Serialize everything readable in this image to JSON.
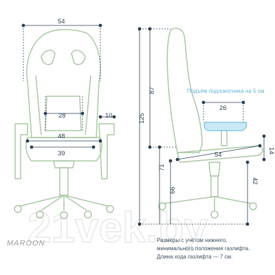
{
  "colors": {
    "outline": "#a9c8a4",
    "dimension": "#2b3f52",
    "armrest_accent": "#7fc7e6",
    "armrest_note": "#5fb3d6",
    "watermark": "#ececec"
  },
  "watermark_text": "21vek.by",
  "model_label": "MAROON",
  "armrest_note": "Подъём подлокотника на 5 см",
  "footnote": {
    "line1": "Размеры с учётом нижнего,",
    "line2": "минимального положения газлифта.",
    "line3": "Длина хода газлифта — 7 см."
  },
  "front_view": {
    "backrest_width": "54",
    "lumbar_width": "28",
    "armrest_width": "10",
    "seat_outer_width": "48",
    "seat_inner_width": "39"
  },
  "side_view": {
    "overall_height": "125",
    "backrest_height": "87",
    "armrest_pad_width": "26",
    "seat_depth": "54",
    "armrest_thickness": "14",
    "seat_height_max": "71",
    "seat_height_min": "66",
    "seat_front_height": "42"
  }
}
